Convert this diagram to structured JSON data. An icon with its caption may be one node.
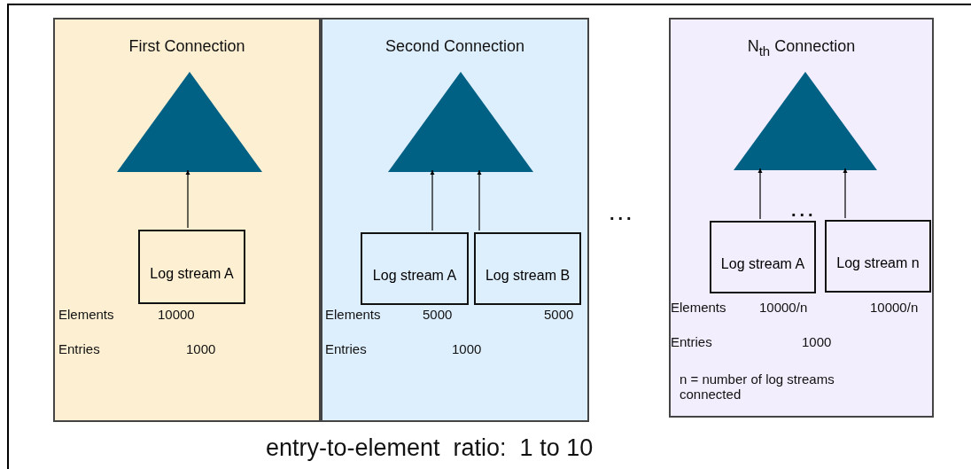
{
  "diagram": {
    "nodes": [
      {
        "text": [
          "First Connection"
        ]
      },
      {
        "text": [],
        "shape": "triangle",
        "in": 0
      },
      {
        "text": [
          "Log stream A"
        ],
        "in": 0
      },
      {
        "text": [
          "Second Connection"
        ]
      },
      {
        "text": [],
        "shape": "triangle",
        "in": 3
      },
      {
        "text": [
          "Log stream A"
        ],
        "in": 3
      },
      {
        "text": [
          "Log stream B"
        ],
        "in": 3
      },
      {
        "text": [
          "N$_{th}$ Connection"
        ]
      },
      {
        "text": [],
        "shape": "triangle",
        "in": 7
      },
      {
        "text": [
          "Log stream A"
        ],
        "in": 7
      },
      {
        "text": [
          "Log stream n"
        ],
        "in": 7
      }
    ],
    "edges": [
      {
        "from": 2,
        "to": 1,
        "arrow": "to"
      },
      {
        "from": 5,
        "to": 4,
        "arrow": "to"
      },
      {
        "from": 6,
        "to": 4,
        "arrow": "to"
      },
      {
        "from": 9,
        "to": 8,
        "arrow": "to"
      },
      {
        "from": 10,
        "to": 8,
        "arrow": "to"
      }
    ],
    "labels": [
      "Elements",
      "10000",
      "Entries",
      "1000",
      "Elements",
      "5000",
      "5000",
      "Entries",
      "1000",
      "...",
      "...",
      "Elements",
      "10000/n",
      "10000/n",
      "Entries",
      "1000",
      "n = number of log streams connected",
      "entry-to-element  ratio:  1 to 10"
    ]
  }
}
